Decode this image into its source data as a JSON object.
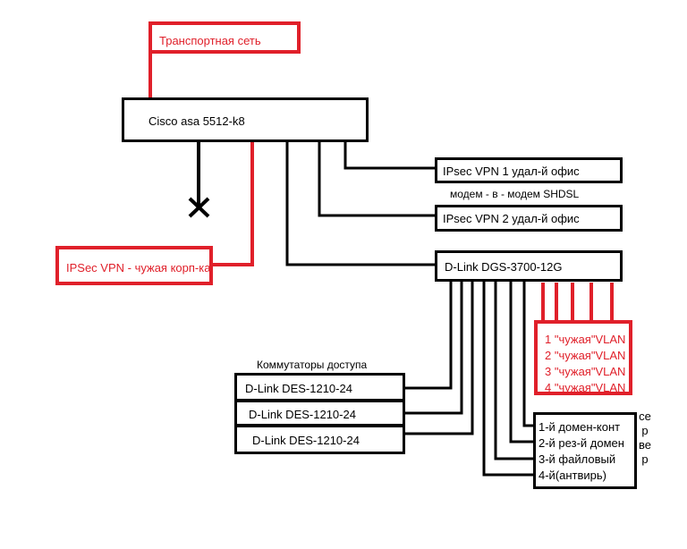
{
  "transport": {
    "label": "Транспортная сеть"
  },
  "firewall": {
    "label": "Cisco asa 5512-k8"
  },
  "ipsec_vpn_1": {
    "label": "IPsec VPN 1 удал-й офис"
  },
  "modem_note": {
    "label": "модем - в - модем  SHDSL"
  },
  "ipsec_vpn_2": {
    "label": "IPsec VPN 2 удал-й офис"
  },
  "foreign_vpn": {
    "label": "IPSec VPN - чужая корп-ка"
  },
  "core_switch": {
    "label": "D-Link DGS-3700-12G"
  },
  "foreign_vlans": [
    {
      "label": "1 \"чужая\"VLAN"
    },
    {
      "label": "2 \"чужая\"VLAN"
    },
    {
      "label": "3 \"чужая\"VLAN"
    },
    {
      "label": "4 \"чужая\"VLAN"
    }
  ],
  "access_switches": {
    "heading": "Коммутаторы доступа",
    "items": [
      {
        "label": "D-Link DES-1210-24"
      },
      {
        "label": "D-Link DES-1210-24"
      },
      {
        "label": "D-Link DES-1210-24"
      }
    ]
  },
  "servers": {
    "vertical_label": "сервер",
    "items": [
      {
        "label": "1-й домен-конт"
      },
      {
        "label": "2-й рез-й домен"
      },
      {
        "label": "3-й файловый"
      },
      {
        "label": "4-й(антвирь)"
      }
    ]
  },
  "colors": {
    "line": "#000000",
    "accent": "#e0202a"
  }
}
